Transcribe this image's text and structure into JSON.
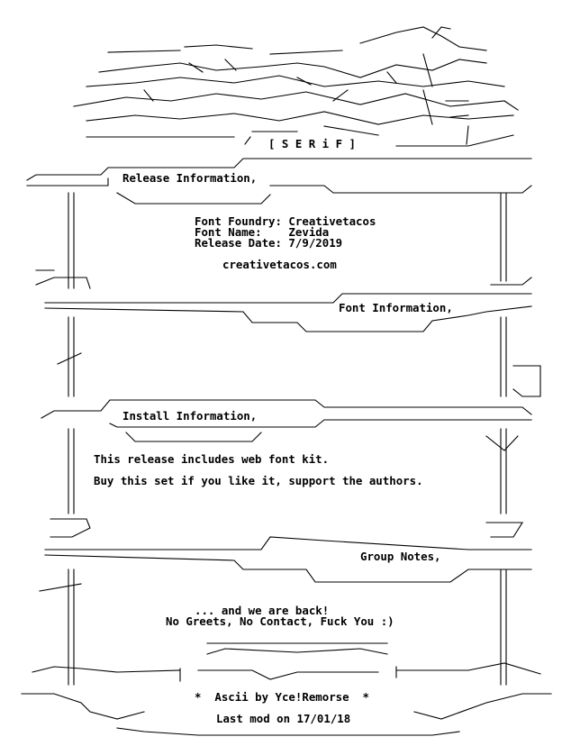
{
  "logo": {
    "tag": "[ S E R i F ]"
  },
  "release": {
    "heading": "Release Information,",
    "foundry": "Font Foundry: Creativetacos",
    "name": "Font Name:    Zevida",
    "date": "Release Date: 7/9/2019",
    "url": "creativetacos.com"
  },
  "font_info": {
    "heading": "Font Information,"
  },
  "install": {
    "heading": "Install Information,",
    "line1": "This release includes web font kit.",
    "line2": "Buy this set if you like it, support the authors."
  },
  "group": {
    "heading": "Group Notes,",
    "line1": "... and we are back!",
    "line2": "No Greets, No Contact, Fuck You :)"
  },
  "footer": {
    "credit": "*  Ascii by Yce!Remorse  *",
    "lastmod": "Last mod on 17/01/18"
  }
}
